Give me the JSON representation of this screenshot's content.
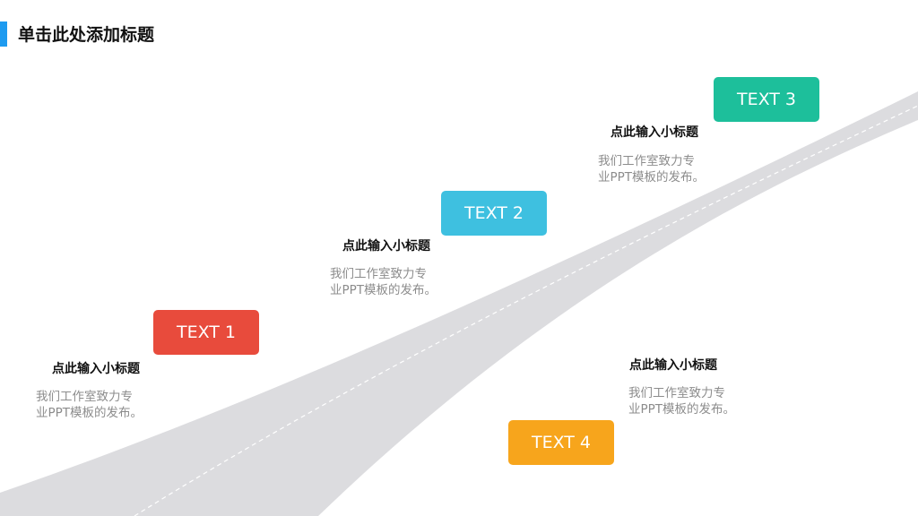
{
  "slide": {
    "title": "单击此处添加标题",
    "accent_color": "#1e9bf0"
  },
  "road": {
    "color": "#dcdcdf",
    "centerline_color": "#ffffff"
  },
  "steps": [
    {
      "label": "TEXT 1",
      "color": "#e84b3c",
      "subtitle": "点此输入小标题",
      "desc_line1": "我们工作室致力专",
      "desc_line2": "业PPT模板的发布。"
    },
    {
      "label": "TEXT 2",
      "color": "#3ec0e0",
      "subtitle": "点此输入小标题",
      "desc_line1": "我们工作室致力专",
      "desc_line2": "业PPT模板的发布。"
    },
    {
      "label": "TEXT 3",
      "color": "#1dbf9b",
      "subtitle": "点此输入小标题",
      "desc_line1": "我们工作室致力专",
      "desc_line2": "业PPT模板的发布。"
    },
    {
      "label": "TEXT 4",
      "color": "#f7a51c",
      "subtitle": "点此输入小标题",
      "desc_line1": "我们工作室致力专",
      "desc_line2": "业PPT模板的发布。"
    }
  ]
}
